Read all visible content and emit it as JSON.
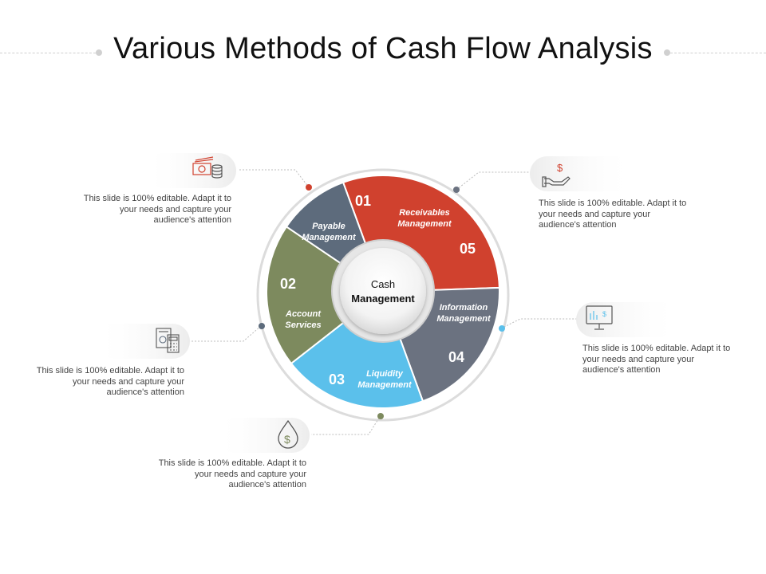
{
  "title": "Various Methods of Cash Flow Analysis",
  "center_label_line1": "Cash",
  "center_label_line2": "Management",
  "segments": [
    {
      "number": "01",
      "line1": "Payable",
      "line2": "Management",
      "color": "#d0412e"
    },
    {
      "number": "05",
      "line1": "Receivables",
      "line2": "Management",
      "color": "#6b7280"
    },
    {
      "number": "04",
      "line1": "Information",
      "line2": "Management",
      "color": "#5bc0eb"
    },
    {
      "number": "03",
      "line1": "Liquidity",
      "line2": "Management",
      "color": "#7d8a5e"
    },
    {
      "number": "02",
      "line1": "Account",
      "line2": "Services",
      "color": "#5d6b7c"
    }
  ],
  "callouts": [
    {
      "text": "This slide is 100% editable. Adapt it to your needs and capture your audience's attention",
      "icon": "money-coins-icon"
    },
    {
      "text": "This slide is 100% editable. Adapt it to your needs and capture your audience's attention",
      "icon": "hand-dollar-icon"
    },
    {
      "text": "This slide is 100% editable. Adapt it to your needs and capture your audience's attention",
      "icon": "monitor-chart-icon"
    },
    {
      "text": "This slide is 100% editable. Adapt it to your needs and capture your audience's attention",
      "icon": "calculator-doc-icon"
    },
    {
      "text": "This slide is 100% editable. Adapt it to your needs and capture your audience's attention",
      "icon": "dollar-drop-icon"
    }
  ]
}
